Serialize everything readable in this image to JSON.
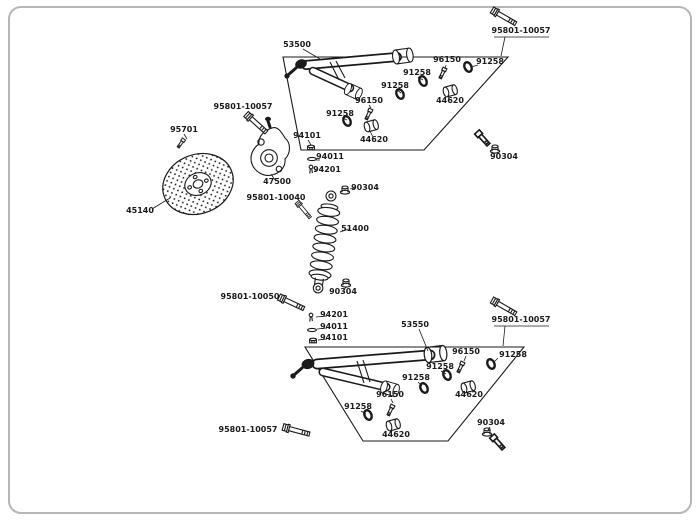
{
  "diagram": {
    "type": "exploded-parts-diagram",
    "subject": "front-suspension-arms-shock-knuckle",
    "background_color": "#ffffff",
    "border_color": "#b6b6b6",
    "ink_color": "#1a1a1a"
  },
  "labels": [
    "95801-10057",
    "53500",
    "96150",
    "91258",
    "91258",
    "91258",
    "44620",
    "95801-10057",
    "96150",
    "91258",
    "95701",
    "94101",
    "44620",
    "94011",
    "94201",
    "47500",
    "90304",
    "90304",
    "45140",
    "95801-10040",
    "51400",
    "90304",
    "95801-10050",
    "94201",
    "94011",
    "94101",
    "53550",
    "95801-10057",
    "96150",
    "91258",
    "91258",
    "91258",
    "44620",
    "96150",
    "91258",
    "44620",
    "95801-10057",
    "90304"
  ]
}
